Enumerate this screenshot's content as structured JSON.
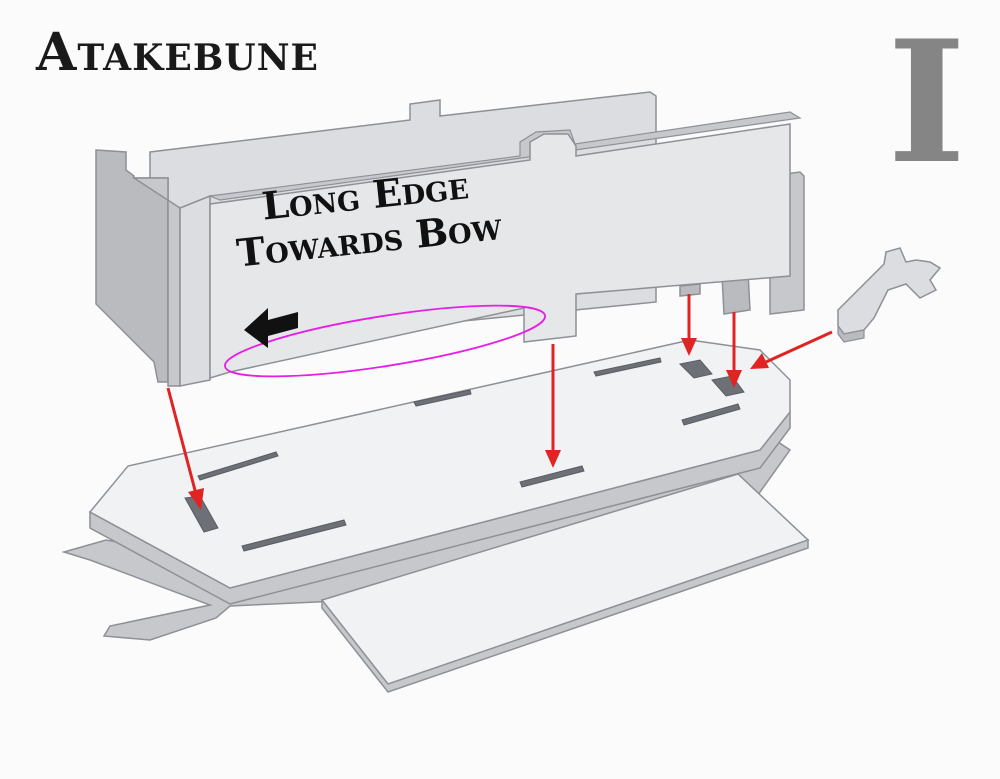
{
  "header": {
    "title": "Atakebune",
    "step_number": "I"
  },
  "annotation": {
    "line1": "Long Edge",
    "line2": "Towards Bow"
  },
  "colors": {
    "part_face": "#e6e7e9",
    "part_side": "#c6c8cb",
    "part_outline": "#8d9096",
    "arrow": "#e02424",
    "highlight": "#e61ee6"
  },
  "icons": {
    "direction": "arrow-left-icon"
  }
}
